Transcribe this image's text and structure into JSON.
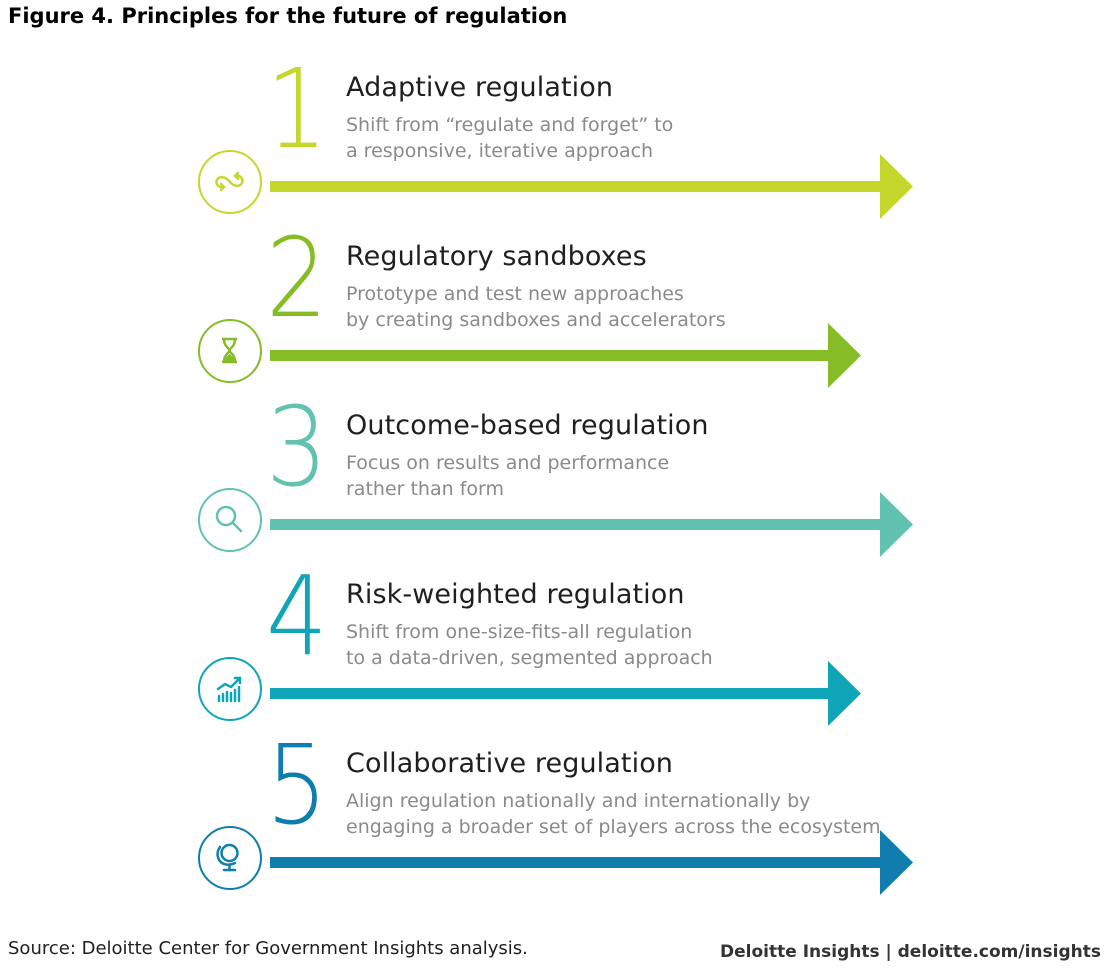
{
  "figure": {
    "title": "Figure 4. Principles for the future of regulation"
  },
  "principles": [
    {
      "number": "1",
      "title": "Adaptive regulation",
      "description": "Shift from “regulate and forget” to\na responsive, iterative approach",
      "icon": "infinity-loop-icon",
      "color": "#c5d72c"
    },
    {
      "number": "2",
      "title": "Regulatory sandboxes",
      "description": "Prototype and test new approaches\nby creating sandboxes and accelerators",
      "icon": "hourglass-icon",
      "color": "#86bc25"
    },
    {
      "number": "3",
      "title": "Outcome-based regulation",
      "description": "Focus on results and performance\nrather than form",
      "icon": "magnifying-glass-icon",
      "color": "#62c2b0"
    },
    {
      "number": "4",
      "title": "Risk-weighted regulation",
      "description": "Shift from one-size-fits-all regulation\nto a data-driven, segmented approach",
      "icon": "growth-chart-icon",
      "color": "#0ea5b8"
    },
    {
      "number": "5",
      "title": "Collaborative regulation",
      "description": "Align regulation nationally and internationally by\nengaging a broader set of players across the ecosystem",
      "icon": "globe-icon",
      "color": "#0f7dad"
    }
  ],
  "footer": {
    "source": "Source: Deloitte Center for Government Insights analysis.",
    "brand": "Deloitte Insights | deloitte.com/insights"
  }
}
